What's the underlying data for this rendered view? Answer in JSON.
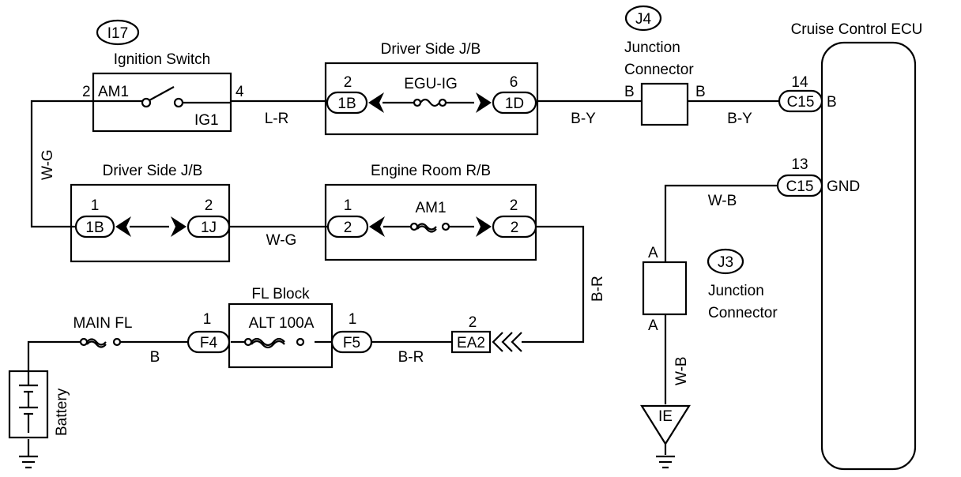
{
  "components": {
    "ignition_switch": {
      "code": "I17",
      "title": "Ignition Switch",
      "pin_in": "2",
      "pin_in_label": "AM1",
      "pin_out": "4",
      "pin_out_label": "IG1"
    },
    "jb_driver_top": {
      "title": "Driver Side J/B",
      "left_pin": "2",
      "left_conn": "1B",
      "fuse": "EGU-IG",
      "right_pin": "6",
      "right_conn": "1D"
    },
    "jb_driver_bottom": {
      "title": "Driver Side J/B",
      "left_pin": "1",
      "left_conn": "1B",
      "right_pin": "2",
      "right_conn": "1J"
    },
    "engine_room_rb": {
      "title": "Engine Room R/B",
      "left_pin": "1",
      "left_conn": "2",
      "fuse": "AM1",
      "right_pin": "2",
      "right_conn": "2"
    },
    "fl_block": {
      "title": "FL Block",
      "fuse": "ALT 100A",
      "left_pin": "1",
      "left_conn": "F4",
      "right_pin": "1",
      "right_conn": "F5"
    },
    "main_fl": {
      "label": "MAIN FL"
    },
    "battery": {
      "label": "Battery"
    },
    "ea2": {
      "pin": "2",
      "label": "EA2"
    },
    "j4": {
      "code": "J4",
      "title_line1": "Junction",
      "title_line2": "Connector",
      "left_pin": "B",
      "right_pin": "B"
    },
    "j3": {
      "code": "J3",
      "title_line1": "Junction",
      "title_line2": "Connector",
      "top_pin": "A",
      "bottom_pin": "A"
    },
    "ecu": {
      "title": "Cruise Control ECU",
      "pin_b_num": "14",
      "pin_b_conn": "C15",
      "pin_b_label": "B",
      "pin_gnd_num": "13",
      "pin_gnd_conn": "C15",
      "pin_gnd_label": "GND"
    },
    "ground_ie": {
      "label": "IE"
    }
  },
  "wires": {
    "lr": "L-R",
    "by_left": "B-Y",
    "by_right": "B-Y",
    "wg_vertical": "W-G",
    "wg_horizontal": "W-G",
    "br_vertical": "B-R",
    "br_horizontal": "B-R",
    "b": "B",
    "wb_horizontal": "W-B",
    "wb_vertical": "W-B"
  }
}
